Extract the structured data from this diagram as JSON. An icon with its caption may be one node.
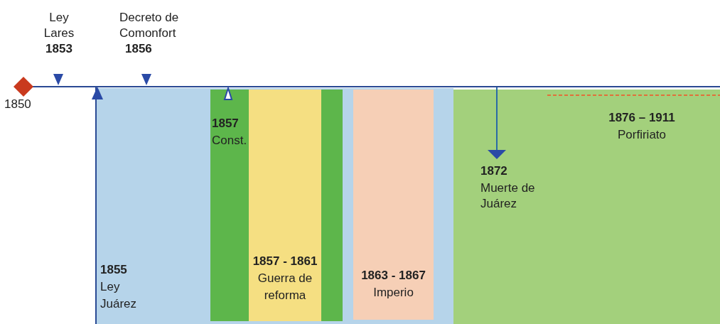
{
  "diagram": {
    "nodes": [
      {
        "text": [
          "1855",
          "Ley Juárez"
        ]
      },
      {
        "text": [
          "1857",
          "Const."
        ],
        "in": 0
      },
      {
        "text": [
          "1857 - 1861",
          "Guerra de reforma"
        ],
        "in": 1
      },
      {
        "text": [
          "1863 - 1867",
          "Imperio"
        ],
        "in": 0
      },
      {
        "text": [
          "1876 – 1911",
          "Porfiriato"
        ]
      }
    ],
    "edges": [],
    "labels": [
      "Ley Lares",
      "1853",
      "Decreto de Comonfort",
      "1856",
      "1850",
      "1872",
      "Muerte de Juárez"
    ]
  }
}
